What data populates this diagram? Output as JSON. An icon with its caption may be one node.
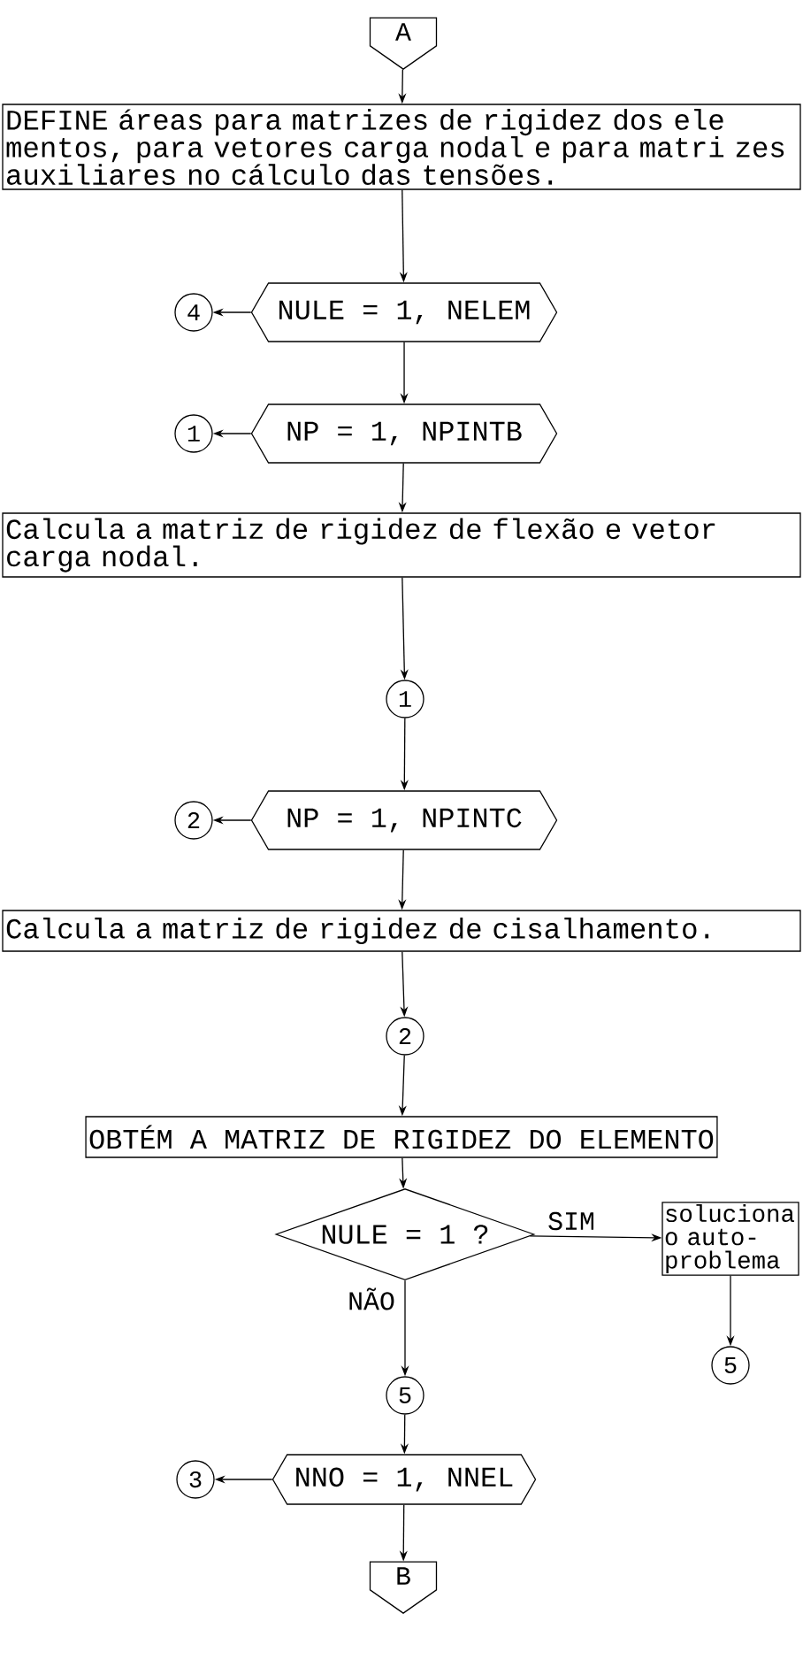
{
  "diagram": {
    "nodes": [
      {
        "text": [
          "A"
        ]
      },
      {
        "text": [
          "DEFINE áreas para matrizes de rigidez dos ele mentos, para vetores carga nodal e para matri zes auxiliares no cálculo das tensões."
        ]
      },
      {
        "text": [
          "4"
        ]
      },
      {
        "text": [
          "NULE = 1, NELEM"
        ]
      },
      {
        "text": [
          "1"
        ]
      },
      {
        "text": [
          "NP = 1, NPINTB"
        ]
      },
      {
        "text": [
          "Calcula a matriz de rigidez de flexão e vetor carga nodal."
        ]
      },
      {
        "text": [
          "1"
        ]
      },
      {
        "text": [
          "2"
        ]
      },
      {
        "text": [
          "NP = 1, NPINTC"
        ]
      },
      {
        "text": [
          "Calcula a matriz de rigidez de cisalhamento."
        ]
      },
      {
        "text": [
          "2"
        ]
      },
      {
        "text": [
          "OBTÉM A MATRIZ DE RIGIDEZ DO ELEMENTO"
        ]
      },
      {
        "text": [
          "NULE = 1 ?"
        ]
      },
      {
        "text": [
          "soluciona o auto-problema"
        ]
      },
      {
        "text": [
          "5"
        ]
      },
      {
        "text": [
          "5"
        ]
      },
      {
        "text": [
          "3"
        ]
      },
      {
        "text": [
          "NNO = 1, NNEL"
        ]
      },
      {
        "text": [
          "B"
        ]
      }
    ],
    "edges": [
      {
        "from": 0,
        "to": 1,
        "arrow": "to"
      },
      {
        "from": 1,
        "to": 3,
        "arrow": "to"
      },
      {
        "from": 3,
        "to": 2,
        "arrow": "to"
      },
      {
        "from": 3,
        "to": 5,
        "arrow": "to"
      },
      {
        "from": 5,
        "to": 4,
        "arrow": "to"
      },
      {
        "from": 5,
        "to": 6,
        "arrow": "to"
      },
      {
        "from": 6,
        "to": 7,
        "arrow": "to"
      },
      {
        "from": 7,
        "to": 9,
        "arrow": "to"
      },
      {
        "from": 9,
        "to": 8,
        "arrow": "to"
      },
      {
        "from": 9,
        "to": 10,
        "arrow": "to"
      },
      {
        "from": 10,
        "to": 11,
        "arrow": "to"
      },
      {
        "from": 11,
        "to": 12,
        "arrow": "to"
      },
      {
        "from": 12,
        "to": 13,
        "arrow": "to"
      },
      {
        "from": 13,
        "to": 14,
        "arrow": "to",
        "label": "SIM"
      },
      {
        "from": 14,
        "to": 15,
        "arrow": "to"
      },
      {
        "from": 13,
        "to": 16,
        "arrow": "to",
        "label": "NÃO"
      },
      {
        "from": 16,
        "to": 18,
        "arrow": "to"
      },
      {
        "from": 18,
        "to": 17,
        "arrow": "to"
      },
      {
        "from": 18,
        "to": 19,
        "arrow": "to"
      }
    ]
  }
}
